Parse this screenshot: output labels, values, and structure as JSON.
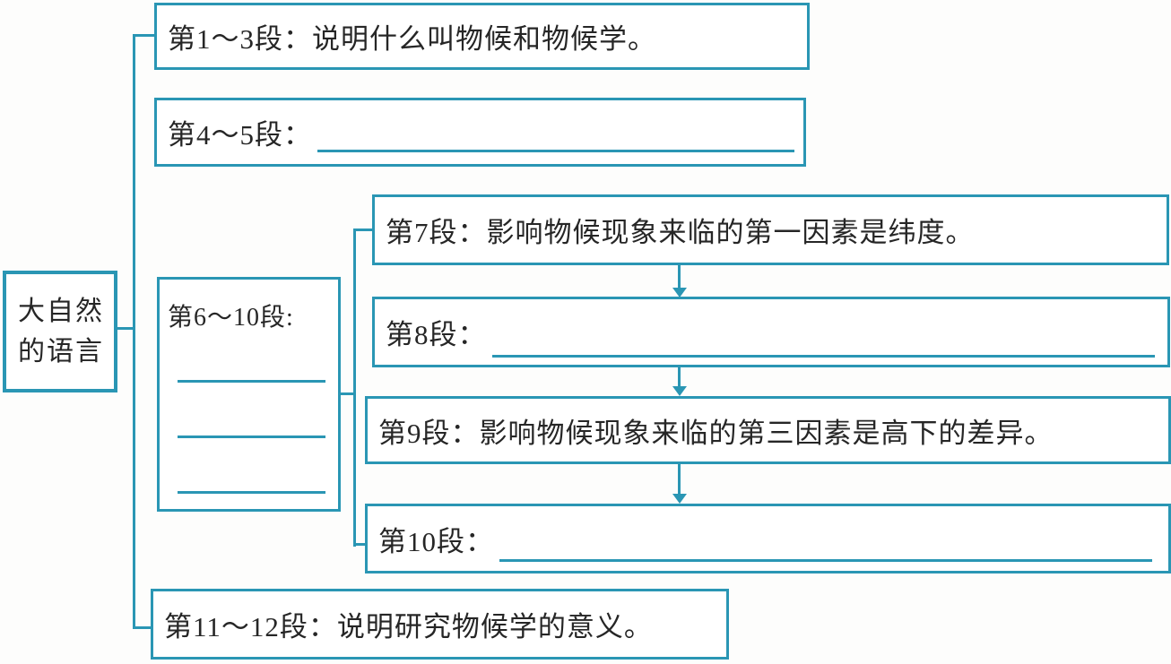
{
  "diagram": {
    "subject": "课文段落结构图",
    "colors": {
      "accent": "#2a96b4",
      "text": "#262626",
      "background": "#fdfdfc"
    },
    "root": {
      "title": "大自然的语言",
      "lines": [
        "大自然",
        "的语言"
      ]
    },
    "boxes": {
      "p1_3": {
        "label": "第1～3段：",
        "text": "说明什么叫物候和物候学。",
        "blank": false
      },
      "p4_5": {
        "label": "第4～5段：",
        "text": "",
        "blank": true
      },
      "p6_10": {
        "label": "第6～10段:",
        "blank_count": 3
      },
      "p7": {
        "label": "第7段：",
        "text": "影响物候现象来临的第一因素是纬度。",
        "blank": false
      },
      "p8": {
        "label": "第8段：",
        "text": "",
        "blank": true
      },
      "p9": {
        "label": "第9段：",
        "text": "影响物候现象来临的第三因素是高下的差异。",
        "blank": false
      },
      "p10": {
        "label": "第10段：",
        "text": "",
        "blank": true
      },
      "p11_12": {
        "label": "第11～12段：",
        "text": "说明研究物候学的意义。",
        "blank": false
      }
    }
  }
}
